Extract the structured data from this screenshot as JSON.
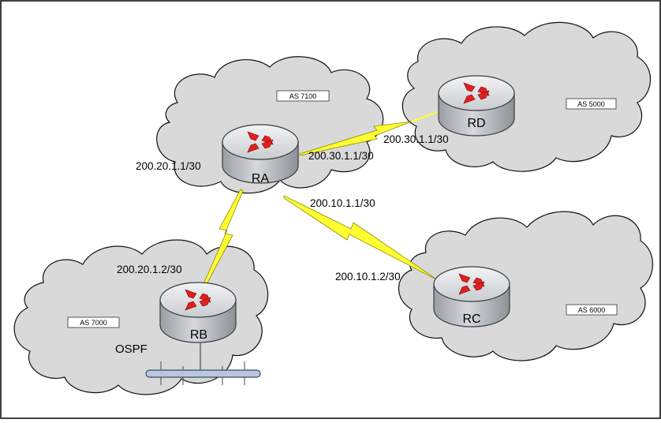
{
  "colors": {
    "cloud_fill": "#d9d9d9",
    "cloud_stroke": "#111111",
    "serial_link": "#ffff33",
    "ethernet_link": "#4a4a4a",
    "router_body": "#b9bcc0",
    "router_arrows": "#e02020",
    "lan_bar": "#b8c8dc",
    "border": "#000000"
  },
  "icons": {
    "router": "router-icon",
    "serial_link": "serial-lightning-link-icon",
    "cloud": "cloud-icon",
    "lan_segment": "ethernet-segment-icon"
  },
  "autonomous_systems": {
    "as7100": "AS 7100",
    "as5000": "AS 5000",
    "as6000": "AS 6000",
    "as7000": "AS 7000"
  },
  "routers": {
    "ra": "RA",
    "rb": "RB",
    "rc": "RC",
    "rd": "RD"
  },
  "interfaces": {
    "ra_to_rb": "200.20.1.1/30",
    "ra_to_rd": "200.30.1.1/30",
    "rd_to_ra": "200.30.1.1/30",
    "ra_to_rc": "200.10.1.1/30",
    "rb_to_ra": "200.20.1.2/30",
    "rc_to_ra": "200.10.1.2/30"
  },
  "protocols": {
    "rb_lan": "OSPF"
  }
}
